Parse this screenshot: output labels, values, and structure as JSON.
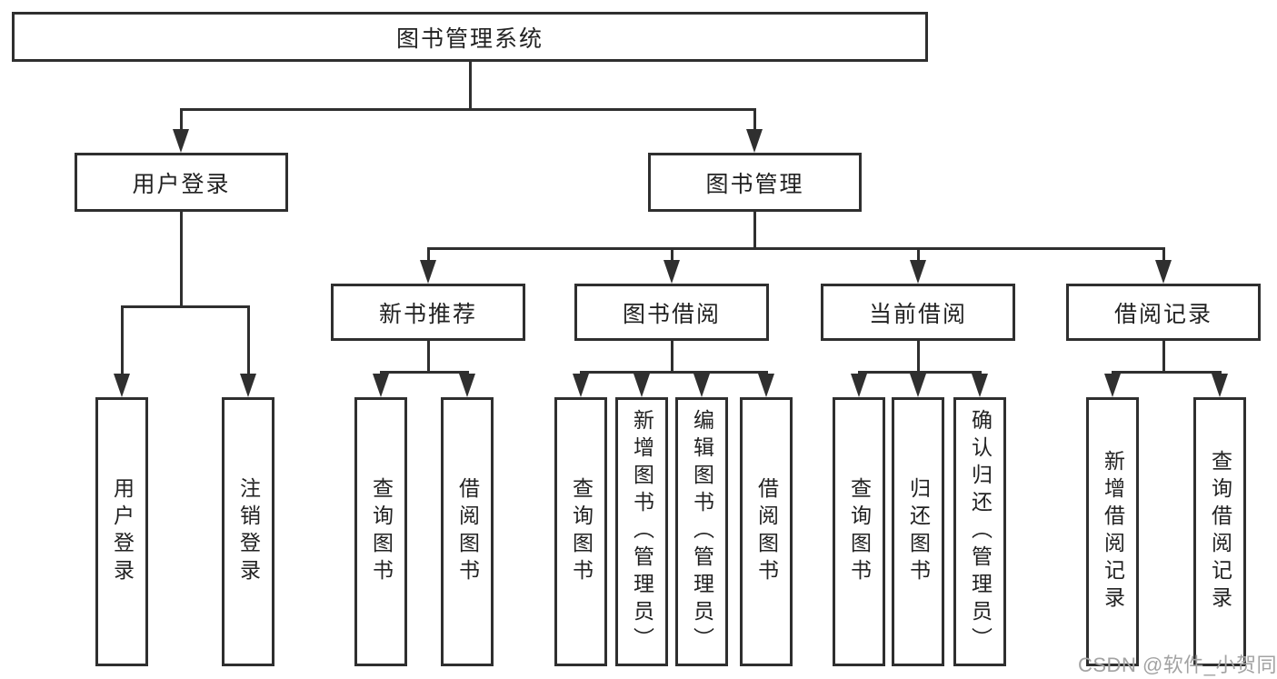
{
  "diagram": {
    "root": {
      "label": "图书管理系统"
    },
    "branches": [
      {
        "label": "用户登录",
        "leaves": [
          {
            "label": "用户登录"
          },
          {
            "label": "注销登录"
          }
        ]
      },
      {
        "label": "图书管理",
        "sections": [
          {
            "label": "新书推荐",
            "leaves": [
              {
                "label": "查询图书"
              },
              {
                "label": "借阅图书"
              }
            ]
          },
          {
            "label": "图书借阅",
            "leaves": [
              {
                "label": "查询图书"
              },
              {
                "label": "新增图书（管理员）"
              },
              {
                "label": "编辑图书（管理员）"
              },
              {
                "label": "借阅图书"
              }
            ]
          },
          {
            "label": "当前借阅",
            "leaves": [
              {
                "label": "查询图书"
              },
              {
                "label": "归还图书"
              },
              {
                "label": "确认归还（管理员）"
              }
            ]
          },
          {
            "label": "借阅记录",
            "leaves": [
              {
                "label": "新增借阅记录"
              },
              {
                "label": "查询借阅记录"
              }
            ]
          }
        ]
      }
    ],
    "watermark": "CSDN @软件_小贺同学",
    "colors": {
      "stroke": "#2f2f2f",
      "text": "#222222",
      "watermark": "#a3a3a3",
      "background": "#ffffff"
    }
  }
}
